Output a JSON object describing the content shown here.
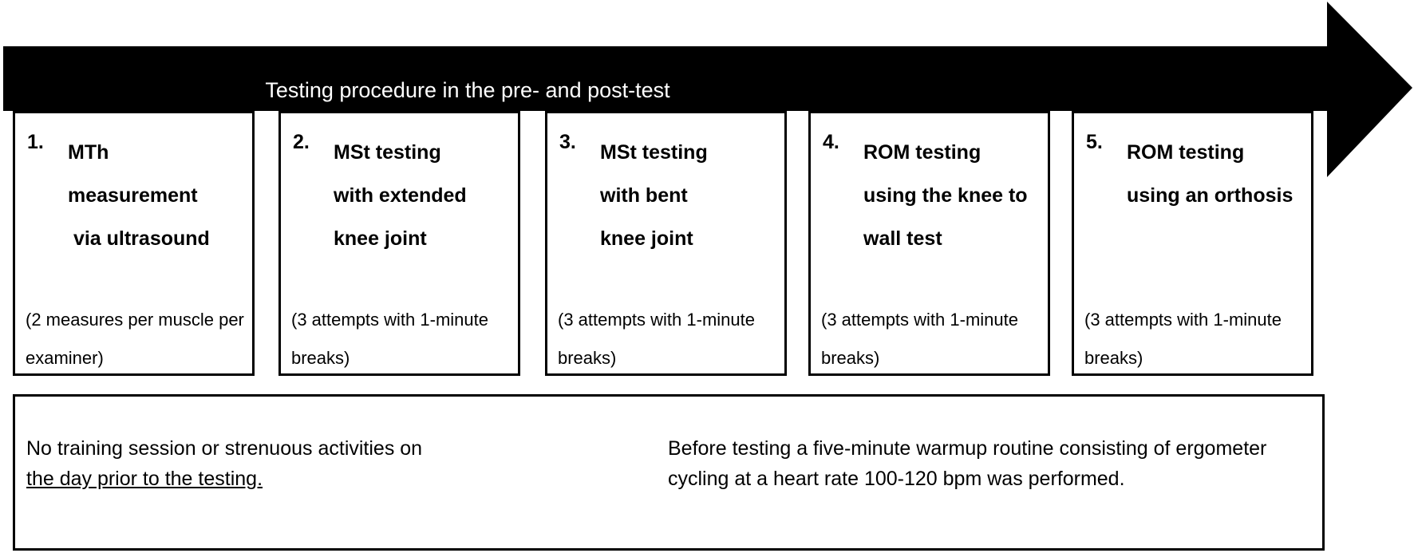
{
  "banner": {
    "title": "Testing procedure in the pre- and post-test"
  },
  "steps": [
    {
      "number": "1.",
      "title": "MTh\nmeasurement\n via ultrasound",
      "note": "(2 measures per muscle per examiner)"
    },
    {
      "number": "2.",
      "title": "MSt testing\nwith extended\nknee joint",
      "note": "(3 attempts with 1-minute breaks)"
    },
    {
      "number": "3.",
      "title": "MSt testing\nwith bent\nknee joint",
      "note": "(3 attempts with 1-minute breaks)"
    },
    {
      "number": "4.",
      "title": "ROM testing\nusing the knee to\nwall test",
      "note": "(3 attempts with 1-minute breaks)"
    },
    {
      "number": "5.",
      "title": "ROM testing\nusing an orthosis",
      "note": "(3 attempts with 1-minute breaks)"
    }
  ],
  "conditions": {
    "left_text": "No training session or strenuous activities on",
    "left_underlined": "the day prior to the testing.",
    "right_text": "Before testing a five-minute warmup routine consisting of ergometer cycling at a heart rate 100-120 bpm was performed."
  },
  "colors": {
    "arrow": "#000000",
    "box_border": "#000000",
    "background": "#ffffff"
  }
}
